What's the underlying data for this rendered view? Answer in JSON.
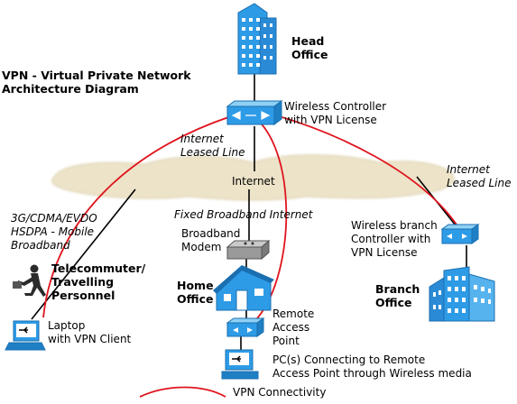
{
  "title": "VPN - Virtual Private Network\nArchitecture Diagram",
  "nodes": {
    "head_office": "Head\nOffice",
    "wireless_controller": "Wireless Controller\nwith VPN License",
    "internet": "Internet",
    "internet_leased_line_1": "Internet\nLeased Line",
    "internet_leased_line_2": "Internet\nLeased Line",
    "mobile_broadband": "3G/CDMA/EVDO\nHSDPA - Mobile\nBroadband",
    "fixed_broadband": "Fixed Broadband Internet",
    "broadband_modem": "Broadband\nModem",
    "home_office": "Home\nOffice",
    "wireless_branch_controller": "Wireless branch\nController with\nVPN License",
    "branch_office": "Branch\nOffice",
    "telecommuter": "Telecommuter/\nTravelling\nPersonnel",
    "laptop": "Laptop\nwith VPN Client",
    "remote_access_point": "Remote\nAccess\nPoint",
    "pcs_connecting": "PC(s) Connecting to Remote\nAccess Point through Wireless media"
  },
  "legend": {
    "vpn_connectivity": "VPN Connectivity"
  },
  "colors": {
    "building": "#2e9be6",
    "device": "#2e9be6",
    "cloud": "#ece3c8",
    "vpn_line": "#e0141e"
  }
}
